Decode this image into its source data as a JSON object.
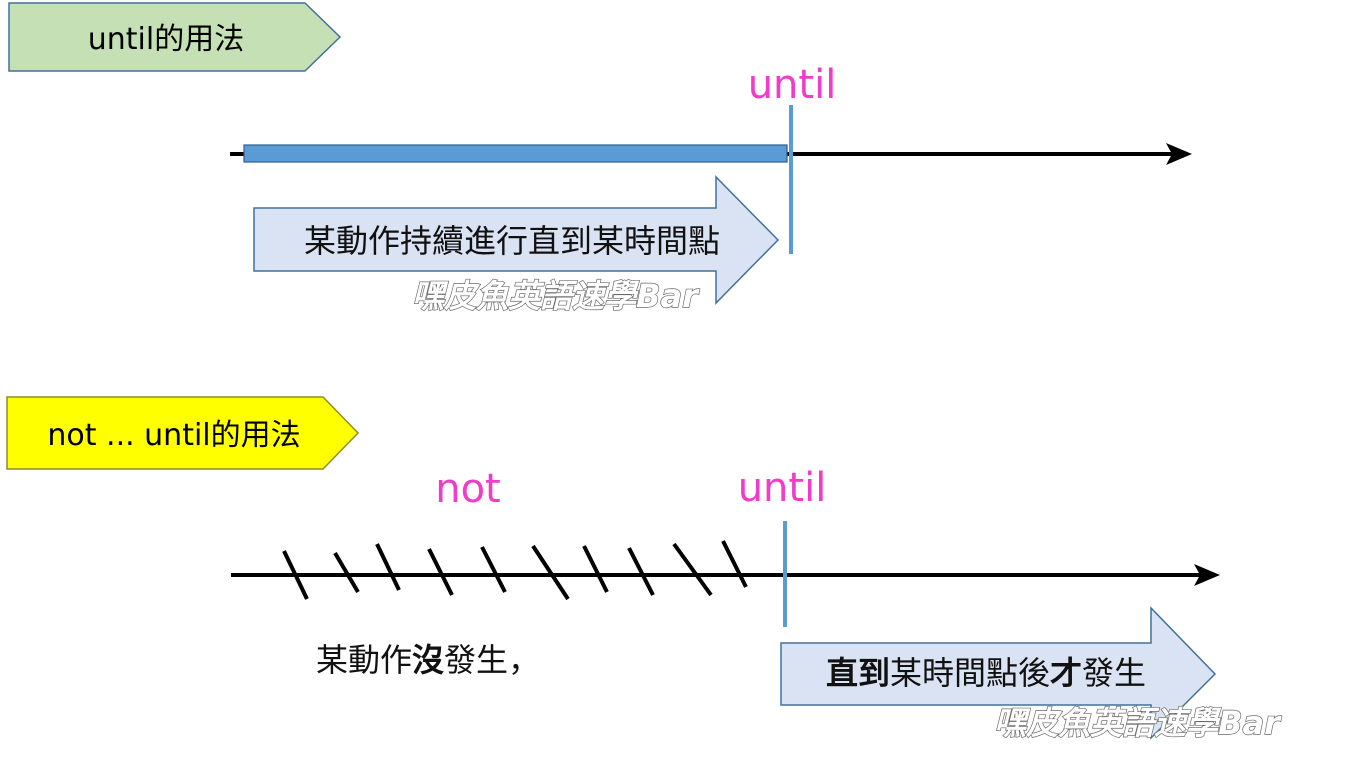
{
  "section1": {
    "tag_label": "until的用法",
    "until_label": "until",
    "callout_text": "某動作持續進行直到某時間點",
    "watermark": "嘿皮魚英語速學Bar"
  },
  "section2": {
    "tag_label": "not ... until的用法",
    "not_label": "not",
    "until_label": "until",
    "desc_part1": "某動作",
    "desc_bold": "沒",
    "desc_part2": "發生，",
    "callout_bold1": "直到",
    "callout_mid": "某時間點後",
    "callout_bold2": "才",
    "callout_end": "發生",
    "watermark": "嘿皮魚英語速學Bar"
  },
  "colors": {
    "tag1_fill": "#c5e0b4",
    "tag2_fill": "#ffff00",
    "magenta": "#f03cc8",
    "bar_blue": "#5b9bd5",
    "callout_fill": "#dae3f3"
  }
}
